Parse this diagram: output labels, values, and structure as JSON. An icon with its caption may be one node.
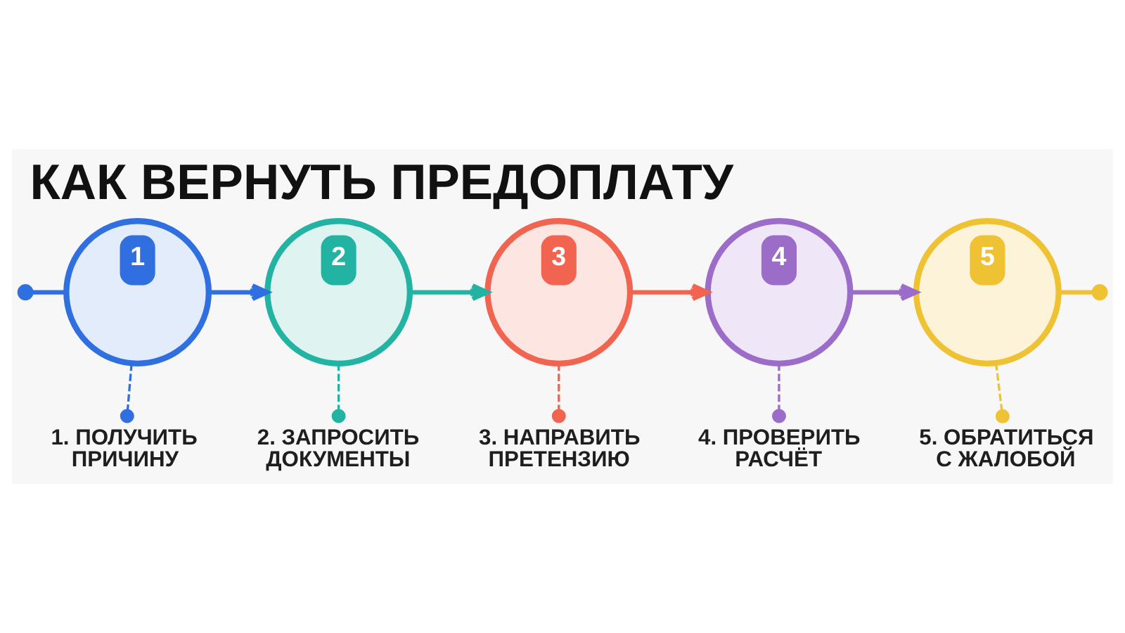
{
  "diagram": {
    "title": "КАК ВЕРНУТЬ ПРЕДОПЛАТУ",
    "nodes": [
      {
        "text": [
          "1"
        ]
      },
      {
        "text": [
          "2"
        ]
      },
      {
        "text": [
          "3"
        ]
      },
      {
        "text": [
          "4"
        ]
      },
      {
        "text": [
          "5"
        ]
      },
      {
        "text": [
          "1. ПОЛУЧИТЬ ПРИЧИНУ"
        ]
      },
      {
        "text": [
          "2. ЗАПРОСИТЬ ДОКУМЕНТЫ"
        ]
      },
      {
        "text": [
          "3. НАПРАВИТЬ ПРЕТЕНЗИЮ"
        ]
      },
      {
        "text": [
          "4. ПРОВЕРИТЬ РАСЧЁТ"
        ]
      },
      {
        "text": [
          "5. ОБРАТИТЬСЯ С ЖАЛОБОЙ"
        ]
      }
    ],
    "edges": [
      {
        "from": null,
        "to": 0,
        "arrow": "other",
        "color": "#2f6fe0"
      },
      {
        "from": 0,
        "to": 1,
        "arrow": "to",
        "color": "#2f6fe0"
      },
      {
        "from": 1,
        "to": 2,
        "arrow": "to",
        "color": "#22b3a3"
      },
      {
        "from": 2,
        "to": 3,
        "arrow": "to",
        "color": "#f06450"
      },
      {
        "from": 3,
        "to": 4,
        "arrow": "to",
        "color": "#9b6cc8"
      },
      {
        "from": 4,
        "to": null,
        "arrow": "other",
        "color": "#efc234"
      },
      {
        "from": 0,
        "to": 5,
        "arrow": "other",
        "style": "dashed",
        "color": "#2f6fe0"
      },
      {
        "from": 1,
        "to": 6,
        "arrow": "other",
        "style": "dashed",
        "color": "#22b3a3"
      },
      {
        "from": 2,
        "to": 7,
        "arrow": "other",
        "style": "dashed",
        "color": "#f06450"
      },
      {
        "from": 3,
        "to": 8,
        "arrow": "other",
        "style": "dashed",
        "color": "#9b6cc8"
      },
      {
        "from": 4,
        "to": 9,
        "arrow": "other",
        "style": "dashed",
        "color": "#efc234"
      }
    ]
  }
}
